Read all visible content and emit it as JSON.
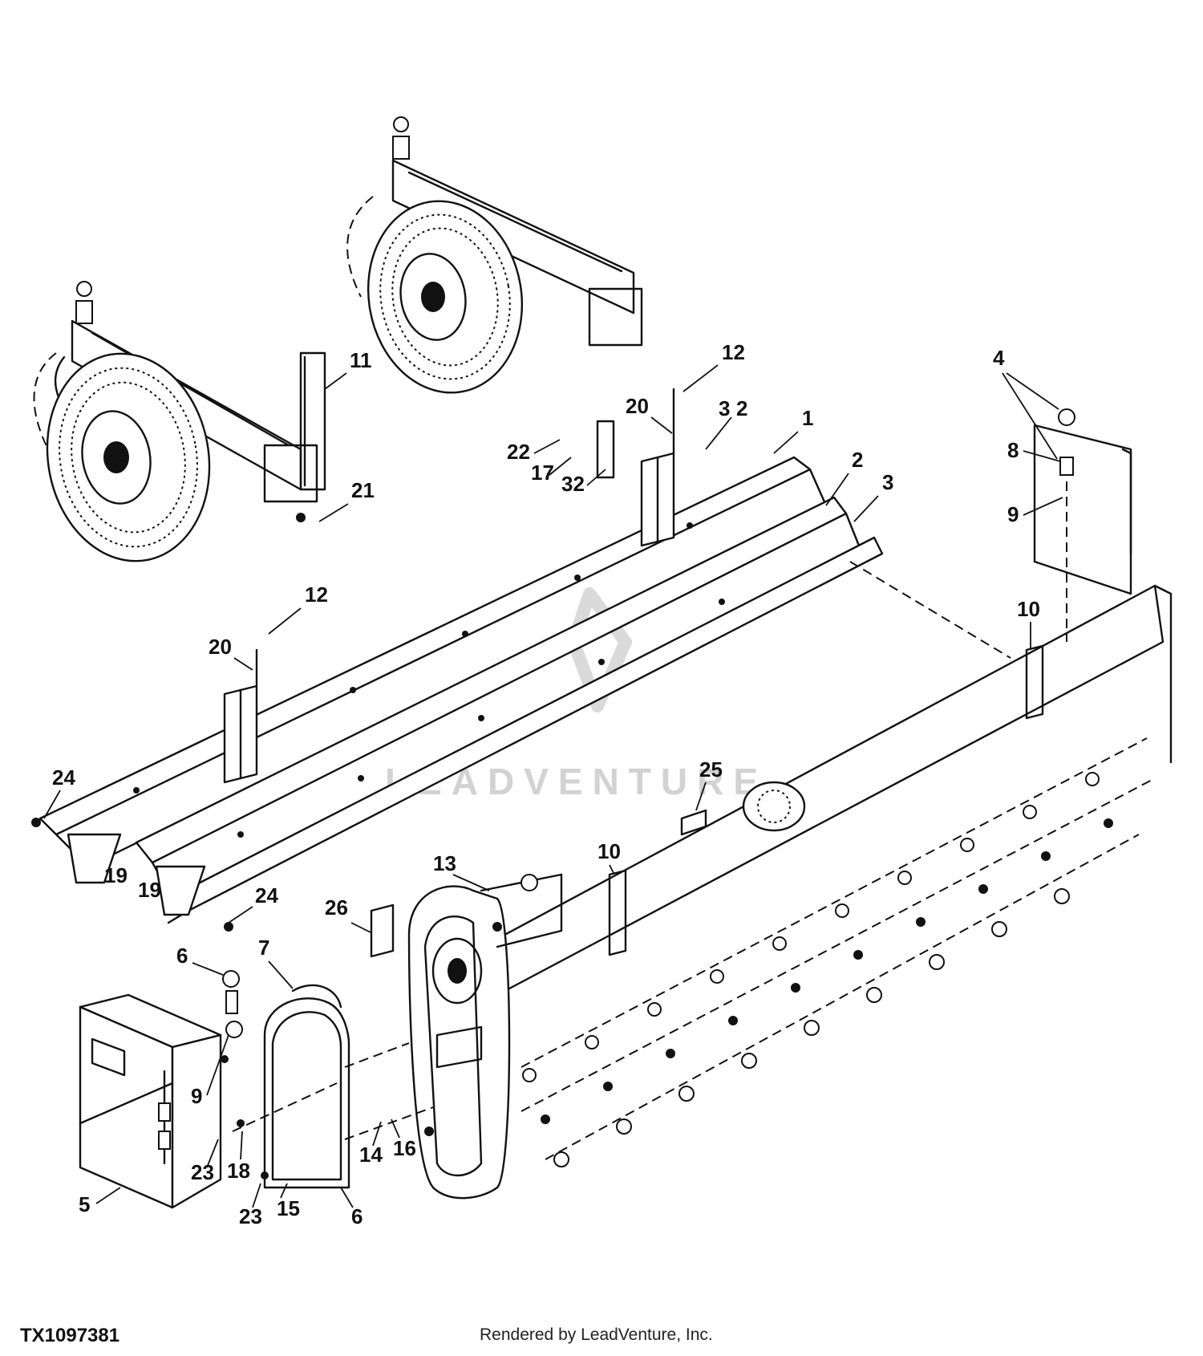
{
  "watermark": {
    "text": "LEADVENTURE"
  },
  "figure_id": "TX1097381",
  "credit": "Rendered by LeadVenture, Inc.",
  "callouts": [
    "1",
    "2",
    "2",
    "3",
    "3",
    "4",
    "5",
    "6",
    "6",
    "7",
    "8",
    "9",
    "9",
    "10",
    "10",
    "11",
    "12",
    "12",
    "13",
    "14",
    "15",
    "16",
    "17",
    "18",
    "19",
    "19",
    "20",
    "20",
    "21",
    "22",
    "23",
    "23",
    "24",
    "24",
    "25",
    "26",
    "32"
  ]
}
